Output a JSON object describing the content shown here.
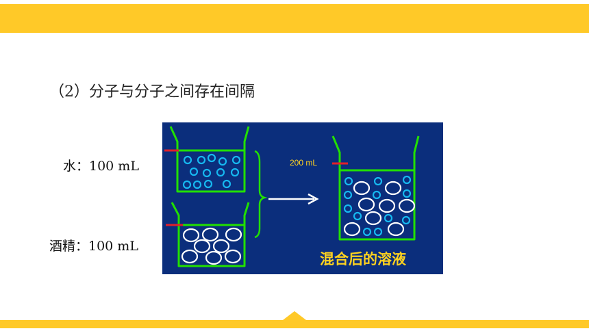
{
  "heading": "（2）分子与分子之间存在间隔",
  "labels": {
    "water": "水：100 mL",
    "alcohol": "酒精：100 mL"
  },
  "diagram": {
    "volume_label": "200 mL",
    "caption": "混合后的溶液"
  },
  "colors": {
    "accent_bar": "#FFC928",
    "diagram_bg": "#0B2E7C",
    "beaker_green": "#22E000",
    "small_molecule": "#16B8F0",
    "marker_red": "#E0202A",
    "caption_yellow": "#FFD21F"
  }
}
